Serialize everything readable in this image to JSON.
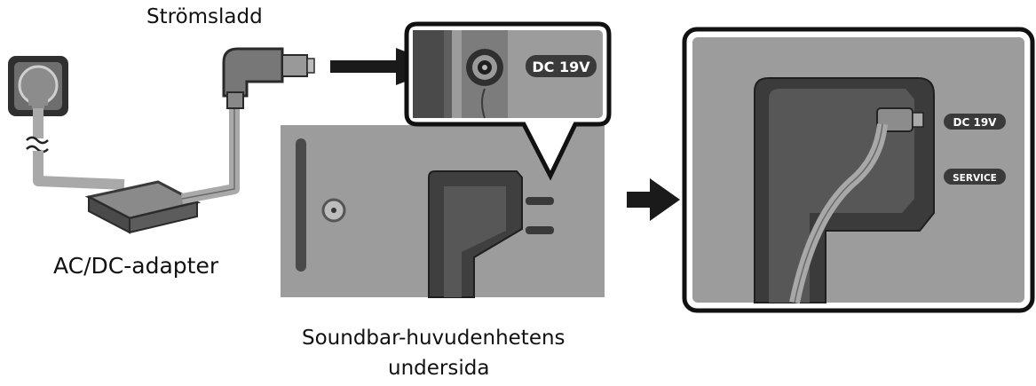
{
  "labels": {
    "power_cable": "Strömsladd",
    "adapter": "AC/DC-adapter",
    "bottom_line1": "Soundbar-huvudenhetens",
    "bottom_line2": "undersida"
  },
  "callout": {
    "dc_label": "DC 19V"
  },
  "detail": {
    "dc_label": "DC 19V",
    "service_label": "SERVICE"
  },
  "colors": {
    "panel_grey": "#9a9a9a",
    "dark_grey": "#4a4a4a",
    "cable_grey": "#a8a8a8",
    "badge_dark": "#3a3a3a",
    "outline": "#111111"
  }
}
